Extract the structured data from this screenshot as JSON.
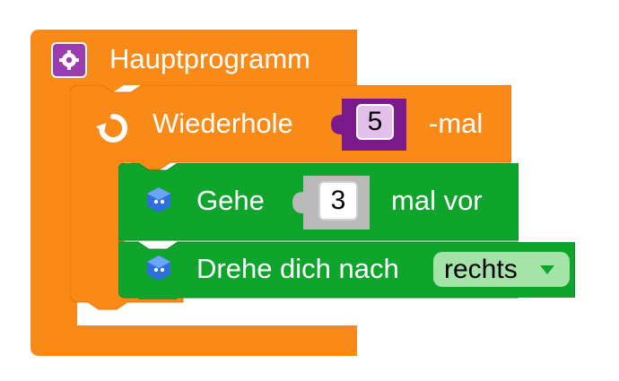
{
  "main": {
    "title": "Hauptprogramm",
    "icon": "gear-icon",
    "color": "#f98a18",
    "icon_color": "#9b3bb0"
  },
  "loop": {
    "label_prefix": "Wiederhole",
    "count": "5",
    "label_suffix": "-mal",
    "icon": "repeat-icon",
    "input_color": "#7a1a8c"
  },
  "move": {
    "label": "Gehe",
    "steps": "3",
    "suffix": "mal vor",
    "icon": "robot-icon",
    "color": "#0fa42c"
  },
  "turn": {
    "label": "Drehe dich nach",
    "direction": "rechts",
    "icon": "robot-icon",
    "dropdown_color": "#a4e3a8"
  }
}
